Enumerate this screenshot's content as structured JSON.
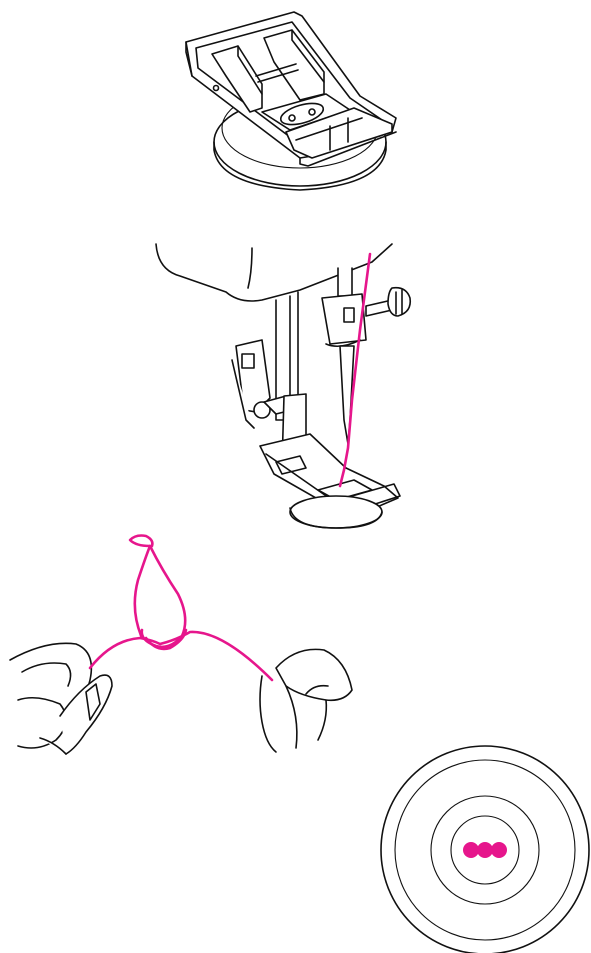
{
  "illustrations": [
    {
      "name": "presser-foot-with-button-plate"
    },
    {
      "name": "needle-and-presser-foot-with-thread"
    },
    {
      "name": "fingers-holding-thread-loop"
    },
    {
      "name": "round-button-thread-holes"
    }
  ],
  "colors": {
    "line": "#111111",
    "thread": "#e6168c",
    "background": "#ffffff"
  }
}
